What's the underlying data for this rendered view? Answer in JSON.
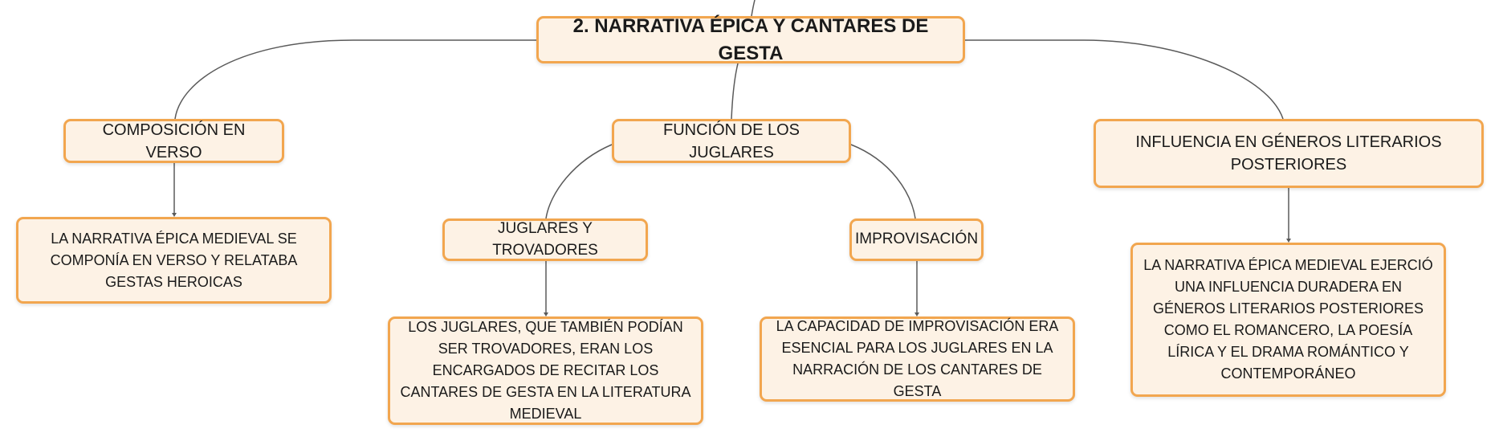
{
  "root": {
    "label": "2. NARRATIVA ÉPICA Y CANTARES DE GESTA"
  },
  "branches": {
    "composicion": {
      "label": "COMPOSICIÓN EN VERSO",
      "detail": "LA NARRATIVA ÉPICA MEDIEVAL SE COMPONÍA EN VERSO Y RELATABA GESTAS HEROICAS"
    },
    "funcion": {
      "label": "FUNCIÓN DE LOS JUGLARES",
      "juglares": {
        "label": "JUGLARES Y TROVADORES",
        "detail": "LOS JUGLARES, QUE TAMBIÉN PODÍAN SER TROVADORES, ERAN LOS ENCARGADOS DE RECITAR LOS CANTARES DE GESTA EN LA LITERATURA MEDIEVAL"
      },
      "improvisacion": {
        "label": "IMPROVISACIÓN",
        "detail": "LA CAPACIDAD DE IMPROVISACIÓN ERA ESENCIAL PARA LOS JUGLARES EN LA NARRACIÓN DE LOS CANTARES DE GESTA"
      }
    },
    "influencia": {
      "label": "INFLUENCIA EN GÉNEROS LITERARIOS POSTERIORES",
      "detail": "LA NARRATIVA ÉPICA MEDIEVAL EJERCIÓ UNA INFLUENCIA DURADERA EN GÉNEROS LITERARIOS POSTERIORES COMO EL ROMANCERO, LA POESÍA LÍRICA Y EL DRAMA ROMÁNTICO Y CONTEMPORÁNEO"
    }
  },
  "colors": {
    "node_border": "#f2a64f",
    "node_fill": "#fdf2e5",
    "connector": "#5a5a5a"
  }
}
